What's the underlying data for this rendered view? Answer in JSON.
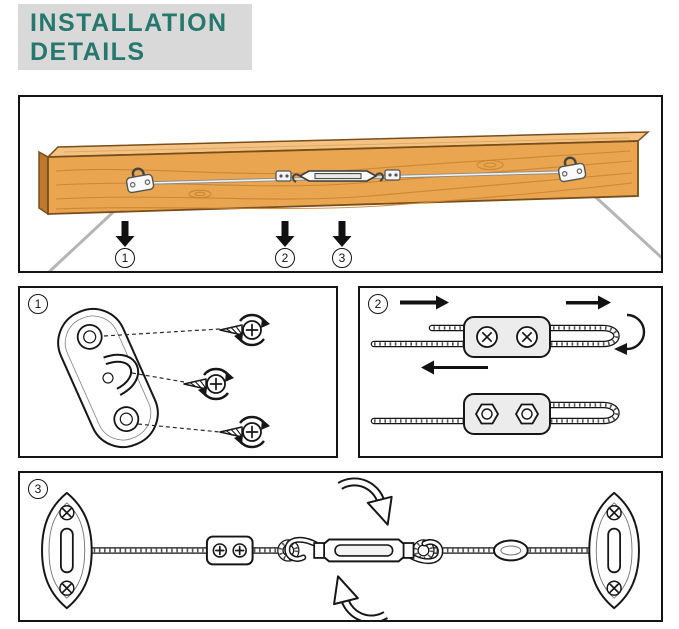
{
  "title": {
    "line1": "INSTALLATION",
    "line2": "DETAILS"
  },
  "steps": [
    {
      "number": "1"
    },
    {
      "number": "2"
    },
    {
      "number": "3"
    }
  ],
  "colors": {
    "title_text": "#26786e",
    "title_background": "#d9d9d9",
    "panel_border": "#141414",
    "wood_face": "#e9a54f",
    "wood_top": "#f4c383",
    "wood_end": "#bd782e",
    "cable_gray": "#b5b5b5"
  }
}
